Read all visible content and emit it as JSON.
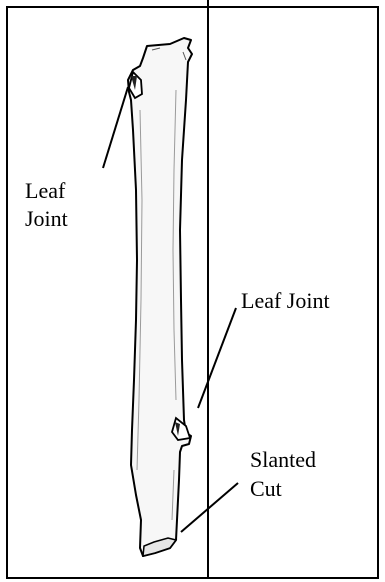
{
  "labels": {
    "leaf_joint_upper_line1": "Leaf",
    "leaf_joint_upper_line2": "Joint",
    "leaf_joint_lower": "Leaf Joint",
    "slanted_cut_line1": "Slanted",
    "slanted_cut_line2": "Cut"
  },
  "colors": {
    "ink": "#000000",
    "stem_fill": "#f7f7f7",
    "shade": "#9a9a9a",
    "background": "#ffffff"
  }
}
